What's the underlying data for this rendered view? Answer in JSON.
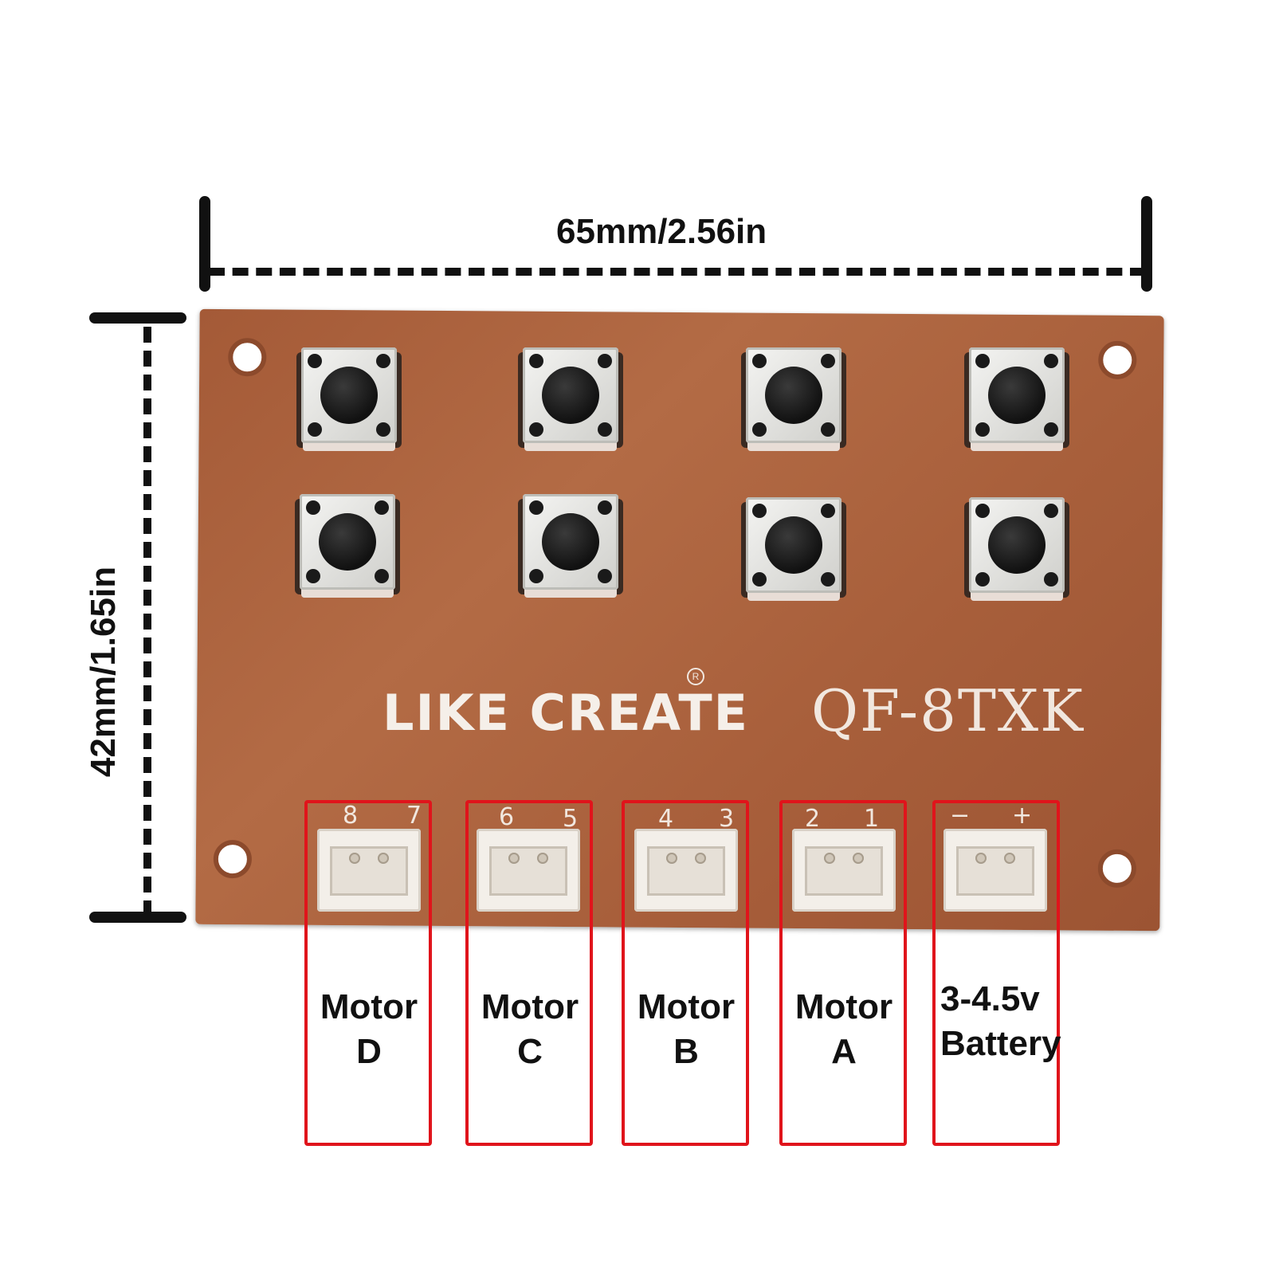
{
  "dimensions": {
    "width_label": "65mm/2.56in",
    "height_label": "42mm/1.65in"
  },
  "board": {
    "brand": "LIKE CREATE",
    "model": "QF-8TXK",
    "reg_mark": "R"
  },
  "connectors": [
    {
      "pins": [
        "8",
        "7"
      ],
      "label_line1": "Motor",
      "label_line2": "D"
    },
    {
      "pins": [
        "6",
        "5"
      ],
      "label_line1": "Motor",
      "label_line2": "C"
    },
    {
      "pins": [
        "4",
        "3"
      ],
      "label_line1": "Motor",
      "label_line2": "B"
    },
    {
      "pins": [
        "2",
        "1"
      ],
      "label_line1": "Motor",
      "label_line2": "A"
    },
    {
      "pins": [
        "−",
        "+"
      ],
      "label_line1": "3-4.5v",
      "label_line2": "Battery"
    }
  ],
  "colors": {
    "highlight": "#e0141b",
    "pcb": "#a85f3b"
  }
}
